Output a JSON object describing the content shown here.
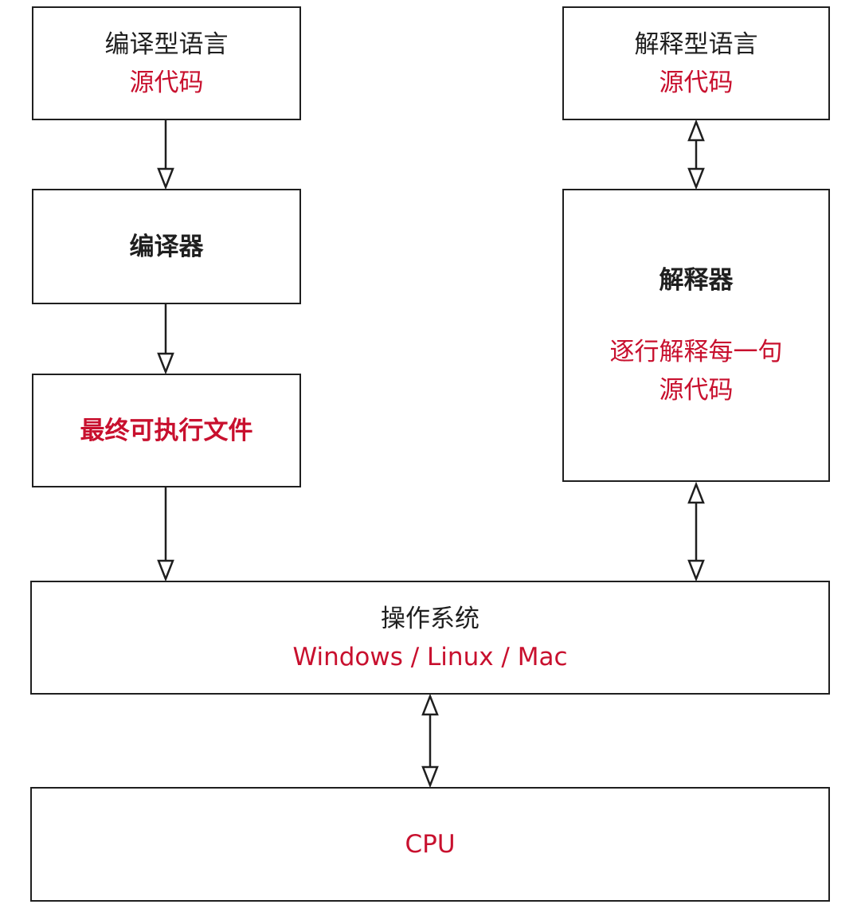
{
  "colors": {
    "accent": "#c8102e",
    "text": "#1f1f1f",
    "stroke": "#1f1f1f",
    "background": "#ffffff"
  },
  "compiled_source": {
    "title": "编译型语言",
    "subtitle": "源代码"
  },
  "compiler": {
    "title": "编译器"
  },
  "executable": {
    "title": "最终可执行文件"
  },
  "interpreted_source": {
    "title": "解释型语言",
    "subtitle": "源代码"
  },
  "interpreter": {
    "title": "解释器",
    "description_line1": "逐行解释每一句",
    "description_line2": "源代码"
  },
  "operating_system": {
    "title": "操作系统",
    "subtitle": "Windows / Linux / Mac"
  },
  "cpu": {
    "title": "CPU"
  },
  "edges": [
    {
      "from": "compiled_source",
      "to": "compiler",
      "direction": "forward"
    },
    {
      "from": "compiler",
      "to": "executable",
      "direction": "forward"
    },
    {
      "from": "executable",
      "to": "operating_system",
      "direction": "forward"
    },
    {
      "from": "interpreted_source",
      "to": "interpreter",
      "direction": "both"
    },
    {
      "from": "interpreter",
      "to": "operating_system",
      "direction": "both"
    },
    {
      "from": "operating_system",
      "to": "cpu",
      "direction": "both"
    }
  ]
}
